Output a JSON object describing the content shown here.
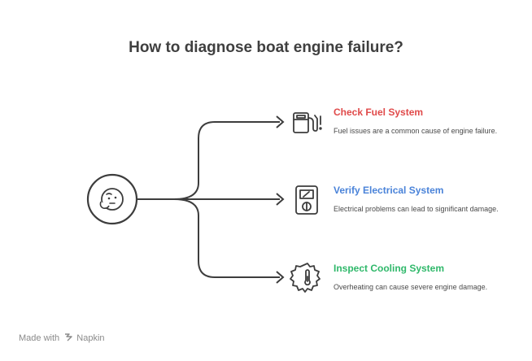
{
  "title": "How to diagnose boat engine failure?",
  "center_icon": "thinking-face-icon",
  "branches": [
    {
      "heading": "Check Fuel System",
      "description": "Fuel issues are a common cause of engine failure.",
      "color": "#e04a4a",
      "icon": "fuel-pump-icon"
    },
    {
      "heading": "Verify Electrical System",
      "description": "Electrical problems can lead to significant damage.",
      "color": "#4a83d9",
      "icon": "multimeter-icon"
    },
    {
      "heading": "Inspect Cooling System",
      "description": "Overheating can cause severe engine damage.",
      "color": "#2fb86a",
      "icon": "gear-thermometer-icon"
    }
  ],
  "watermark": {
    "prefix": "Made with",
    "brand": "Napkin"
  }
}
